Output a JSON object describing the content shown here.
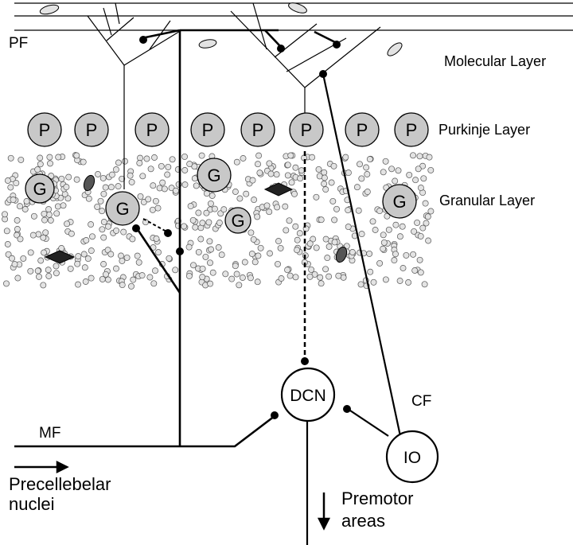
{
  "labels": {
    "pf": "PF",
    "molecular": "Molecular Layer",
    "purkinje": "Purkinje Layer",
    "granular": "Granular Layer",
    "mf": "MF",
    "cf": "CF",
    "dcn": "DCN",
    "io": "IO",
    "precerebellar_line1": "Precellebelar",
    "precerebellar_line2": "nuclei",
    "premotor_line1": "Premotor",
    "premotor_line2": "areas",
    "purkinje_cell": "P",
    "granule_cell": "G"
  },
  "colors": {
    "cell_fill": "#c8c8c8",
    "granule_dot": "#e3e3e3",
    "stroke": "#000000"
  }
}
